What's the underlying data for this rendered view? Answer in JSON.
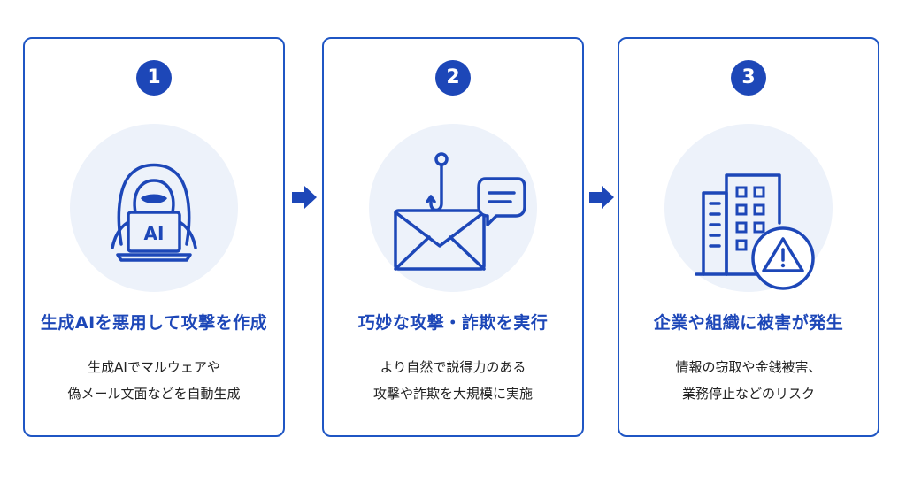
{
  "steps": [
    {
      "number": "1",
      "title": "生成AIを悪用して攻撃を作成",
      "description_line1": "生成AIでマルウェアや",
      "description_line2": "偽メール文面などを自動生成",
      "icon": "hacker-laptop-icon",
      "icon_text": "AI"
    },
    {
      "number": "2",
      "title": "巧妙な攻撃・詐欺を実行",
      "description_line1": "より自然で説得力のある",
      "description_line2": "攻撃や詐欺を大規模に実施",
      "icon": "phishing-email-icon"
    },
    {
      "number": "3",
      "title": "企業や組織に被害が発生",
      "description_line1": "情報の窃取や金銭被害、",
      "description_line2": "業務停止などのリスク",
      "icon": "building-warning-icon"
    }
  ],
  "colors": {
    "accent": "#1d47b8",
    "border": "#1f56c4",
    "icon_bg": "#edf2fa",
    "text": "#222222"
  }
}
